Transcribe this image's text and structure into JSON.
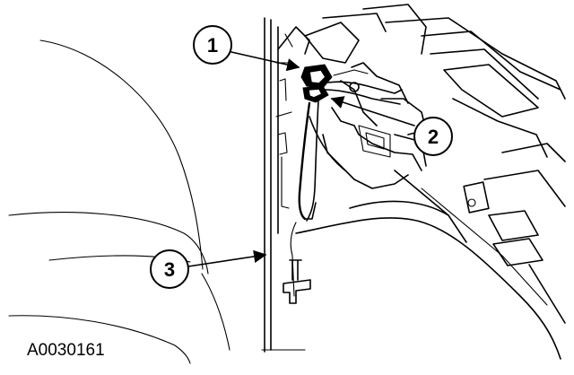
{
  "figure_id": "A0030161",
  "callouts": [
    {
      "label": "1"
    },
    {
      "label": "2"
    },
    {
      "label": "3"
    }
  ]
}
